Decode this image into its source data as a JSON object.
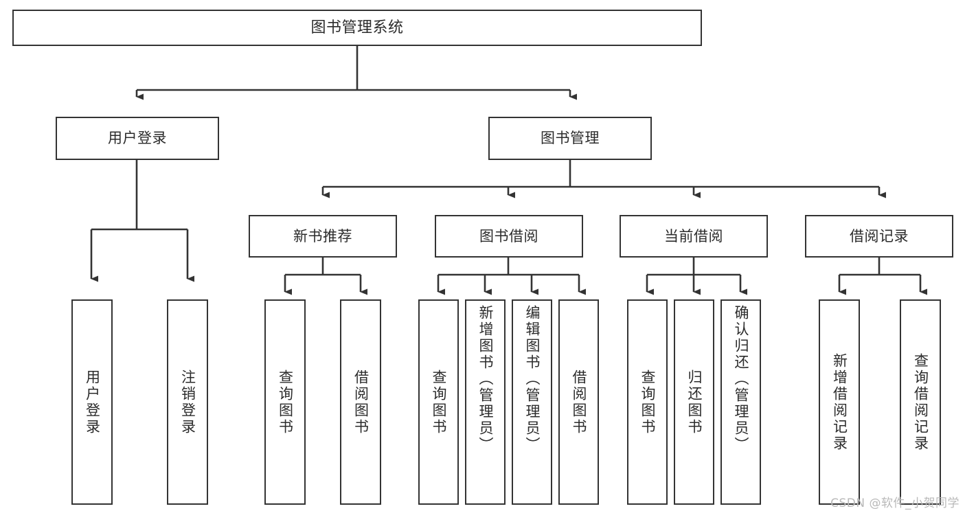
{
  "diagram": {
    "type": "tree-hierarchy-flowchart",
    "title": "图书管理系统",
    "orientation": "top-down",
    "watermark": "CSDN @软件_小贺同学",
    "colors": {
      "box_border": "#333333",
      "box_fill": "#ffffff",
      "connector": "#333333",
      "text": "#2b2b2b",
      "watermark": "#b9b9b9",
      "background": "#ffffff"
    },
    "root": {
      "id": "root",
      "label": "图书管理系统",
      "level": 0
    },
    "level1": [
      {
        "id": "user-login",
        "label": "用户登录",
        "level": 1
      },
      {
        "id": "book-management",
        "label": "图书管理",
        "level": 1
      }
    ],
    "level2": [
      {
        "id": "new-book-recommend",
        "label": "新书推荐",
        "level": 2,
        "parent": "book-management"
      },
      {
        "id": "book-borrow",
        "label": "图书借阅",
        "level": 2,
        "parent": "book-management"
      },
      {
        "id": "current-borrow",
        "label": "当前借阅",
        "level": 2,
        "parent": "book-management"
      },
      {
        "id": "borrow-record",
        "label": "借阅记录",
        "level": 2,
        "parent": "book-management"
      }
    ],
    "leaves": [
      {
        "id": "leaf-user-login",
        "label": "用户登录",
        "parent": "user-login"
      },
      {
        "id": "leaf-logout-login",
        "label": "注销登录",
        "parent": "user-login"
      },
      {
        "id": "leaf-query-book-1",
        "label": "查询图书",
        "parent": "new-book-recommend"
      },
      {
        "id": "leaf-borrow-book-1",
        "label": "借阅图书",
        "parent": "new-book-recommend"
      },
      {
        "id": "leaf-query-book-2",
        "label": "查询图书",
        "parent": "book-borrow"
      },
      {
        "id": "leaf-add-book-admin",
        "label": "新增图书（管理员）",
        "parent": "book-borrow"
      },
      {
        "id": "leaf-edit-book-admin",
        "label": "编辑图书（管理员）",
        "parent": "book-borrow"
      },
      {
        "id": "leaf-borrow-book-2",
        "label": "借阅图书",
        "parent": "book-borrow"
      },
      {
        "id": "leaf-query-book-3",
        "label": "查询图书",
        "parent": "current-borrow"
      },
      {
        "id": "leaf-return-book",
        "label": "归还图书",
        "parent": "current-borrow"
      },
      {
        "id": "leaf-confirm-return-admin",
        "label": "确认归还（管理员）",
        "parent": "current-borrow"
      },
      {
        "id": "leaf-add-borrow-record",
        "label": "新增借阅记录",
        "parent": "borrow-record"
      },
      {
        "id": "leaf-query-borrow-record",
        "label": "查询借阅记录",
        "parent": "borrow-record"
      }
    ]
  }
}
